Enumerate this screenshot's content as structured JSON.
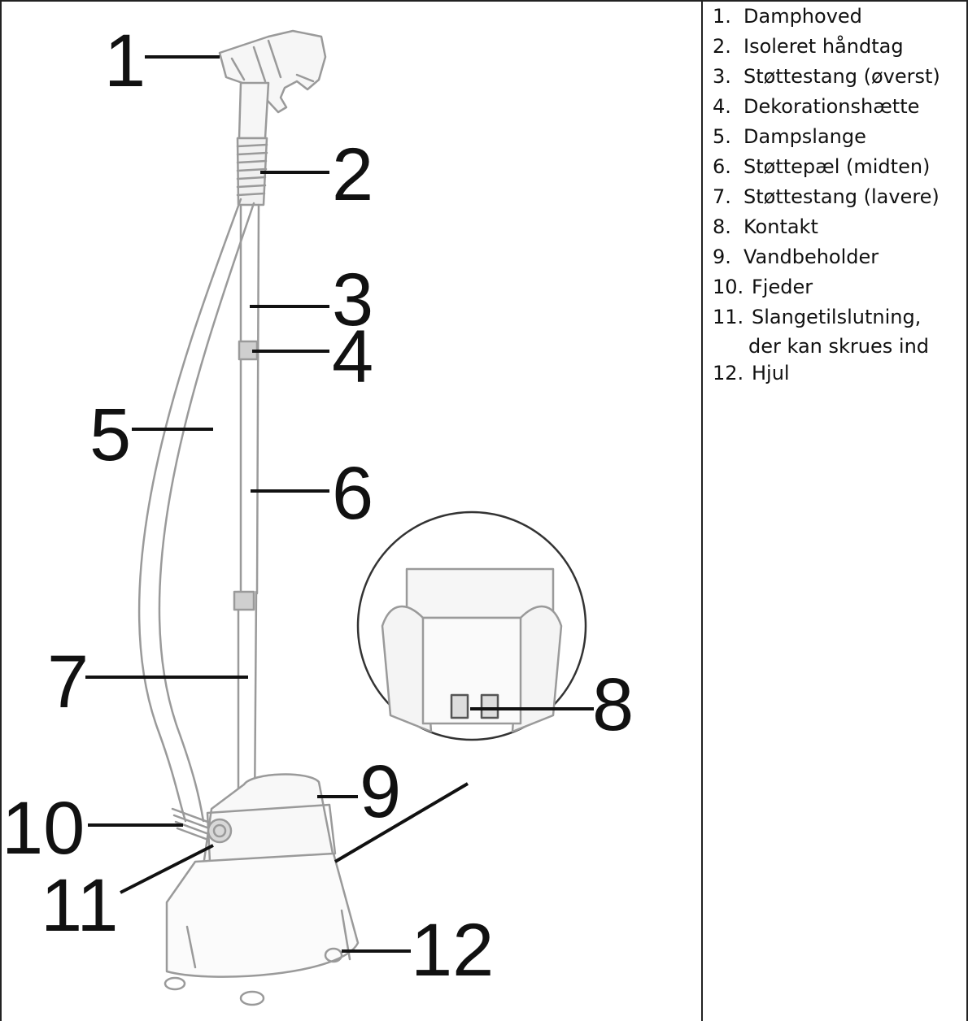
{
  "diagram": {
    "callouts": [
      "1",
      "2",
      "3",
      "4",
      "5",
      "6",
      "7",
      "8",
      "9",
      "10",
      "11",
      "12"
    ]
  },
  "legend": {
    "items": [
      {
        "num": "1.",
        "text": "Damphoved"
      },
      {
        "num": "2.",
        "text": "Isoleret håndtag"
      },
      {
        "num": "3.",
        "text": "Støttestang (øverst)"
      },
      {
        "num": "4.",
        "text": "Dekorationshætte"
      },
      {
        "num": "5.",
        "text": "Dampslange"
      },
      {
        "num": "6.",
        "text": "Støttepæl (midten)"
      },
      {
        "num": "7.",
        "text": "Støttestang (lavere)"
      },
      {
        "num": "8.",
        "text": "Kontakt"
      },
      {
        "num": "9.",
        "text": "Vandbeholder"
      },
      {
        "num": "10.",
        "text": "Fjeder"
      },
      {
        "num": "11.",
        "text": "Slangetilslutning,",
        "text2": "der kan skrues ind"
      },
      {
        "num": "12.",
        "text": "Hjul"
      }
    ]
  }
}
